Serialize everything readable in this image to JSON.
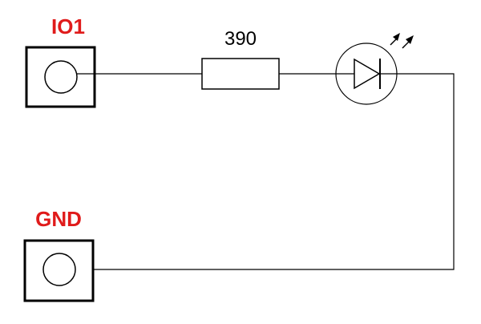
{
  "colors": {
    "terminal_label": "#e01b1b",
    "wire": "#000000",
    "background": "#ffffff"
  },
  "terminals": {
    "io1": {
      "label": "IO1"
    },
    "gnd": {
      "label": "GND"
    }
  },
  "resistor": {
    "value": "390"
  },
  "led": {
    "icon": "led-diode-icon",
    "light_icon": "emission-arrows-icon"
  }
}
